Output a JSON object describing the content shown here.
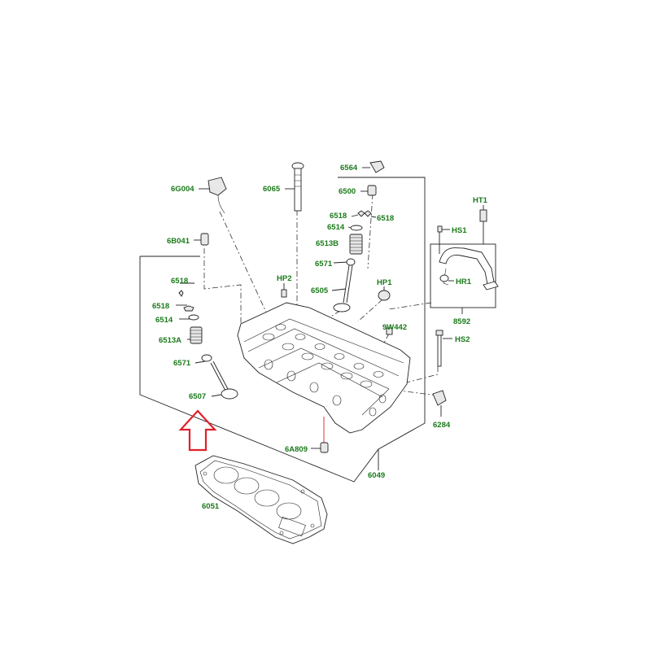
{
  "colors": {
    "label": "#1a7a1a",
    "line": "#222222",
    "arrow": "#e0202a",
    "background": "#ffffff"
  },
  "labels": {
    "l6G004": "6G004",
    "l6065": "6065",
    "l6564": "6564",
    "l6500": "6500",
    "l6518_top_left": "6518",
    "l6518_top_right": "6518",
    "l6514_top": "6514",
    "l6513B": "6513B",
    "l6571_top": "6571",
    "l6505": "6505",
    "l6B041": "6B041",
    "lHP2": "HP2",
    "lHP1": "HP1",
    "l9W442": "9W442",
    "lHT1": "HT1",
    "lHS1": "HS1",
    "lHR1": "HR1",
    "l8592": "8592",
    "lHS2": "HS2",
    "l6284": "6284",
    "l6518_left_a": "6518",
    "l6518_left_b": "6518",
    "l6514_left": "6514",
    "l6513A": "6513A",
    "l6571_left": "6571",
    "l6507": "6507",
    "l6A809": "6A809",
    "l6049": "6049",
    "l6051": "6051"
  },
  "icons": {
    "arrow": "up-arrow-outline-icon"
  }
}
